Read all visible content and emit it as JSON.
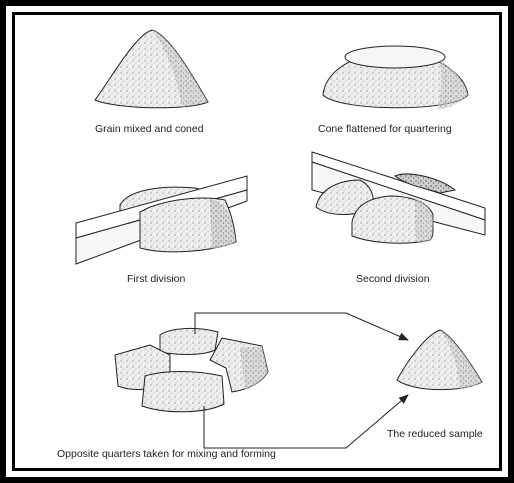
{
  "captions": {
    "step1": "Grain mixed and coned",
    "step2": "Cone flattened for quartering",
    "step3": "First division",
    "step4": "Second division",
    "step5": "Opposite quarters taken for mixing and forming",
    "step6": "The reduced sample"
  },
  "colors": {
    "frame": "#000000",
    "background": "#ffffff",
    "line": "#222222",
    "grain_fill": "#e9e9e9"
  }
}
